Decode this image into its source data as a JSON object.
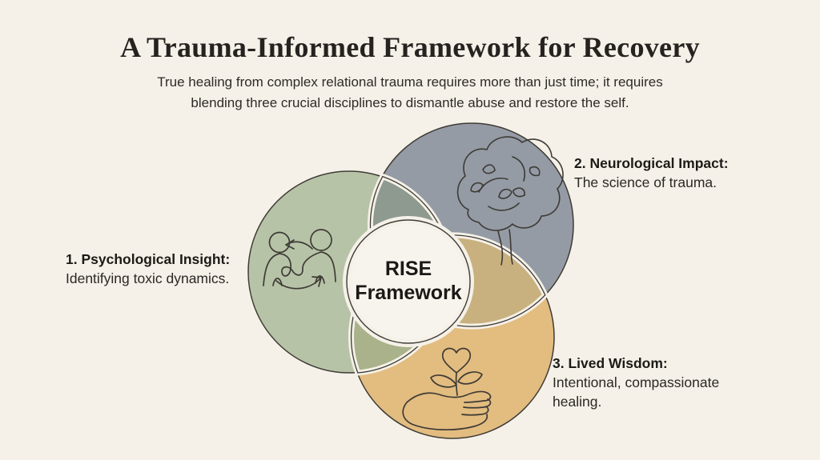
{
  "header": {
    "title": "A Trauma-Informed Framework for Recovery",
    "subtitle_line1": "True healing from complex relational trauma requires more than just time; it requires",
    "subtitle_line2": "blending three crucial disciplines to dismantle abuse and restore the self."
  },
  "venn": {
    "center_line1": "RISE",
    "center_line2": "Framework",
    "labels": {
      "psychological": {
        "title": "1. Psychological Insight:",
        "desc": "Identifying toxic dynamics."
      },
      "neurological": {
        "title": "2. Neurological Impact:",
        "desc": "The science of trauma."
      },
      "lived_wisdom": {
        "title": "3. Lived Wisdom:",
        "desc": "Intentional, compassionate healing."
      }
    },
    "icons": {
      "psychological": "people-exchange-icon",
      "neurological": "brain-tree-icon",
      "lived_wisdom": "hand-plant-icon"
    },
    "colors": {
      "background": "#f5f1e8",
      "circle_green": "#b7c3a7",
      "circle_gray": "#949ba5",
      "circle_tan": "#e3bc80",
      "overlap_green_gray": "#8e9a8f",
      "overlap_green_tan": "#a9b28a",
      "overlap_gray_tan": "#c8b17e",
      "center_fill": "#f7f4ee",
      "line_art": "#3e3b35",
      "text": "#23211d"
    }
  }
}
